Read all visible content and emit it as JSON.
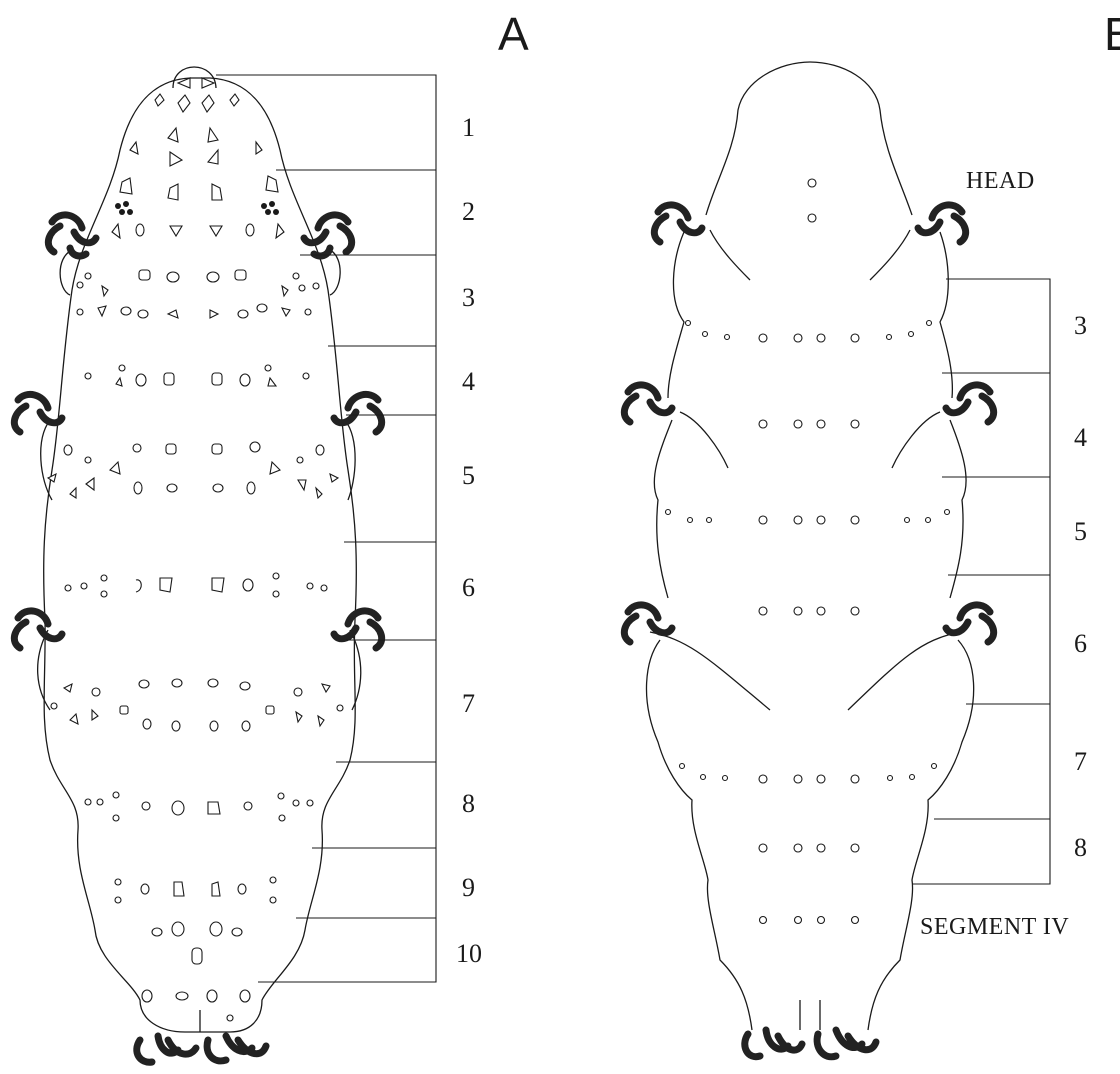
{
  "panels": [
    {
      "letter": "A",
      "segment_numbers": [
        "1",
        "2",
        "3",
        "4",
        "5",
        "6",
        "7",
        "8",
        "9",
        "10"
      ]
    },
    {
      "letter": "B",
      "segment_numbers": [
        "3",
        "4",
        "5",
        "6",
        "7",
        "8"
      ],
      "labels": {
        "head": "HEAD",
        "segment": "SEGMENT IV"
      }
    }
  ],
  "colors": {
    "ink": "#1a1a1a",
    "background": "#ffffff"
  }
}
